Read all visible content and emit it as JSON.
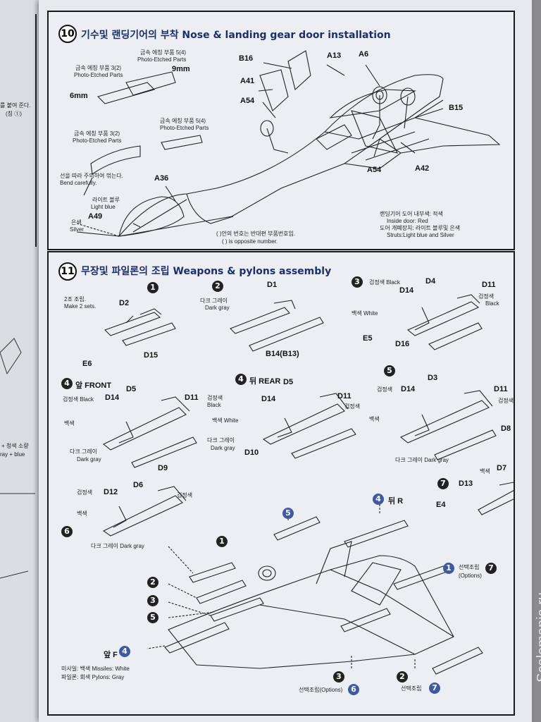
{
  "step10": {
    "number": "10",
    "title": "기수및 랜딩기어의 부착 Nose & landing gear door installation",
    "parts": [
      "B16",
      "A13",
      "A6",
      "A41",
      "A54",
      "B15",
      "A54",
      "A42",
      "A36",
      "A49"
    ],
    "pe1_kr": "금속 에칭 부품 5(4)",
    "pe1_en": "Photo-Etched Parts",
    "pe1_dim": "9mm",
    "pe2_kr": "금속 에칭 부품 3(2)",
    "pe2_en": "Photo-Etched Parts",
    "pe2_dim": "6mm",
    "pe3_kr": "금속 에칭 부품 3(2)",
    "pe3_en": "Photo-Etched Parts",
    "pe4_kr": "금속 에칭 부품 5(4)",
    "pe4_en": "Photo-Etched Parts",
    "bend_kr": "선을 따라 주의하여 꺾는다.",
    "bend_en": "Bend carefully.",
    "lightblue_kr": "라이트 블루",
    "lightblue_en": "Light blue",
    "silver_kr": "은색",
    "silver_en": "Silver",
    "opp_kr": "( )안의 번호는 반대편 부품번호임.",
    "opp_en": "( ) is opposite number.",
    "door_kr": "랜딩기어 도어 내부색: 적색",
    "door_en": "Inside door: Red",
    "strut_kr": "도어 개폐장치: 라이트 블루및 은색",
    "strut_en": "Struts:Light blue and Silver"
  },
  "step11": {
    "number": "11",
    "title": "무장및 파일론의 조립 Weapons & pylons assembly",
    "sub1": {
      "num": "1",
      "note_kr": "2조 조립.",
      "note_en": "Make 2 sets.",
      "parts": [
        "D2",
        "D15",
        "E6"
      ]
    },
    "sub2": {
      "num": "2",
      "gray_kr": "다크 그레이",
      "gray_en": "Dark gray",
      "parts": [
        "D1",
        "B14(B13)"
      ]
    },
    "sub3": {
      "num": "3",
      "black": "검정색 Black",
      "white": "백색 White",
      "black_kr": "검정색",
      "black_en": "Black",
      "parts": [
        "D4",
        "D14",
        "D11",
        "E5",
        "D16"
      ]
    },
    "sub4f": {
      "num": "4",
      "head": "앞 FRONT",
      "black": "검정색 Black",
      "white": "백색",
      "gray_kr": "다크 그레이",
      "gray_en": "Dark gray",
      "parts": [
        "D5",
        "D14",
        "D11",
        "D9"
      ]
    },
    "sub4r": {
      "num": "4",
      "head": "뒤 REAR",
      "black_kr": "검정색",
      "black_en": "Black",
      "black2": "검정색",
      "white": "백색 White",
      "gray_kr": "다크 그레이",
      "gray_en": "Dark gray",
      "parts": [
        "D5",
        "D14",
        "D11",
        "D10"
      ]
    },
    "sub5": {
      "num": "5",
      "black": "검정색",
      "black2": "검정색",
      "white": "백색",
      "gray": "다크 그레이 Dark gray",
      "parts": [
        "D3",
        "D14",
        "D11",
        "D8"
      ]
    },
    "sub6": {
      "num": "6",
      "black": "검정색",
      "black2": "검정색",
      "white": "백색",
      "gray": "다크 그레이 Dark gray",
      "parts": [
        "D12",
        "D6"
      ]
    },
    "sub7": {
      "num": "7",
      "white": "백색",
      "parts": [
        "D7",
        "D13",
        "E4"
      ]
    },
    "final": {
      "rear_label": "뒤 R",
      "front_label": "앞 F",
      "options_kr": "선택조립",
      "options_en": "(Options)",
      "bottom_opt1": "선택조립(Options)",
      "bottom_opt2": "선택조립",
      "missiles": "미사일: 백색 Missiles: White",
      "pylons": "파일론: 회색 Pylons: Gray",
      "callouts": [
        "1",
        "2",
        "3",
        "5",
        "4",
        "5",
        "4",
        "1",
        "7",
        "3",
        "6",
        "2",
        "7"
      ]
    }
  },
  "leftpage": {
    "t1": "를 붙여 준다.",
    "t2": "(칭 ①)",
    "t3": "+ 청색 소량",
    "t4": "ray + blue"
  },
  "watermark": "Scalemania.ru",
  "colors": {
    "title": "#1c2f6b",
    "callout_blue": "#3f5aa0"
  }
}
